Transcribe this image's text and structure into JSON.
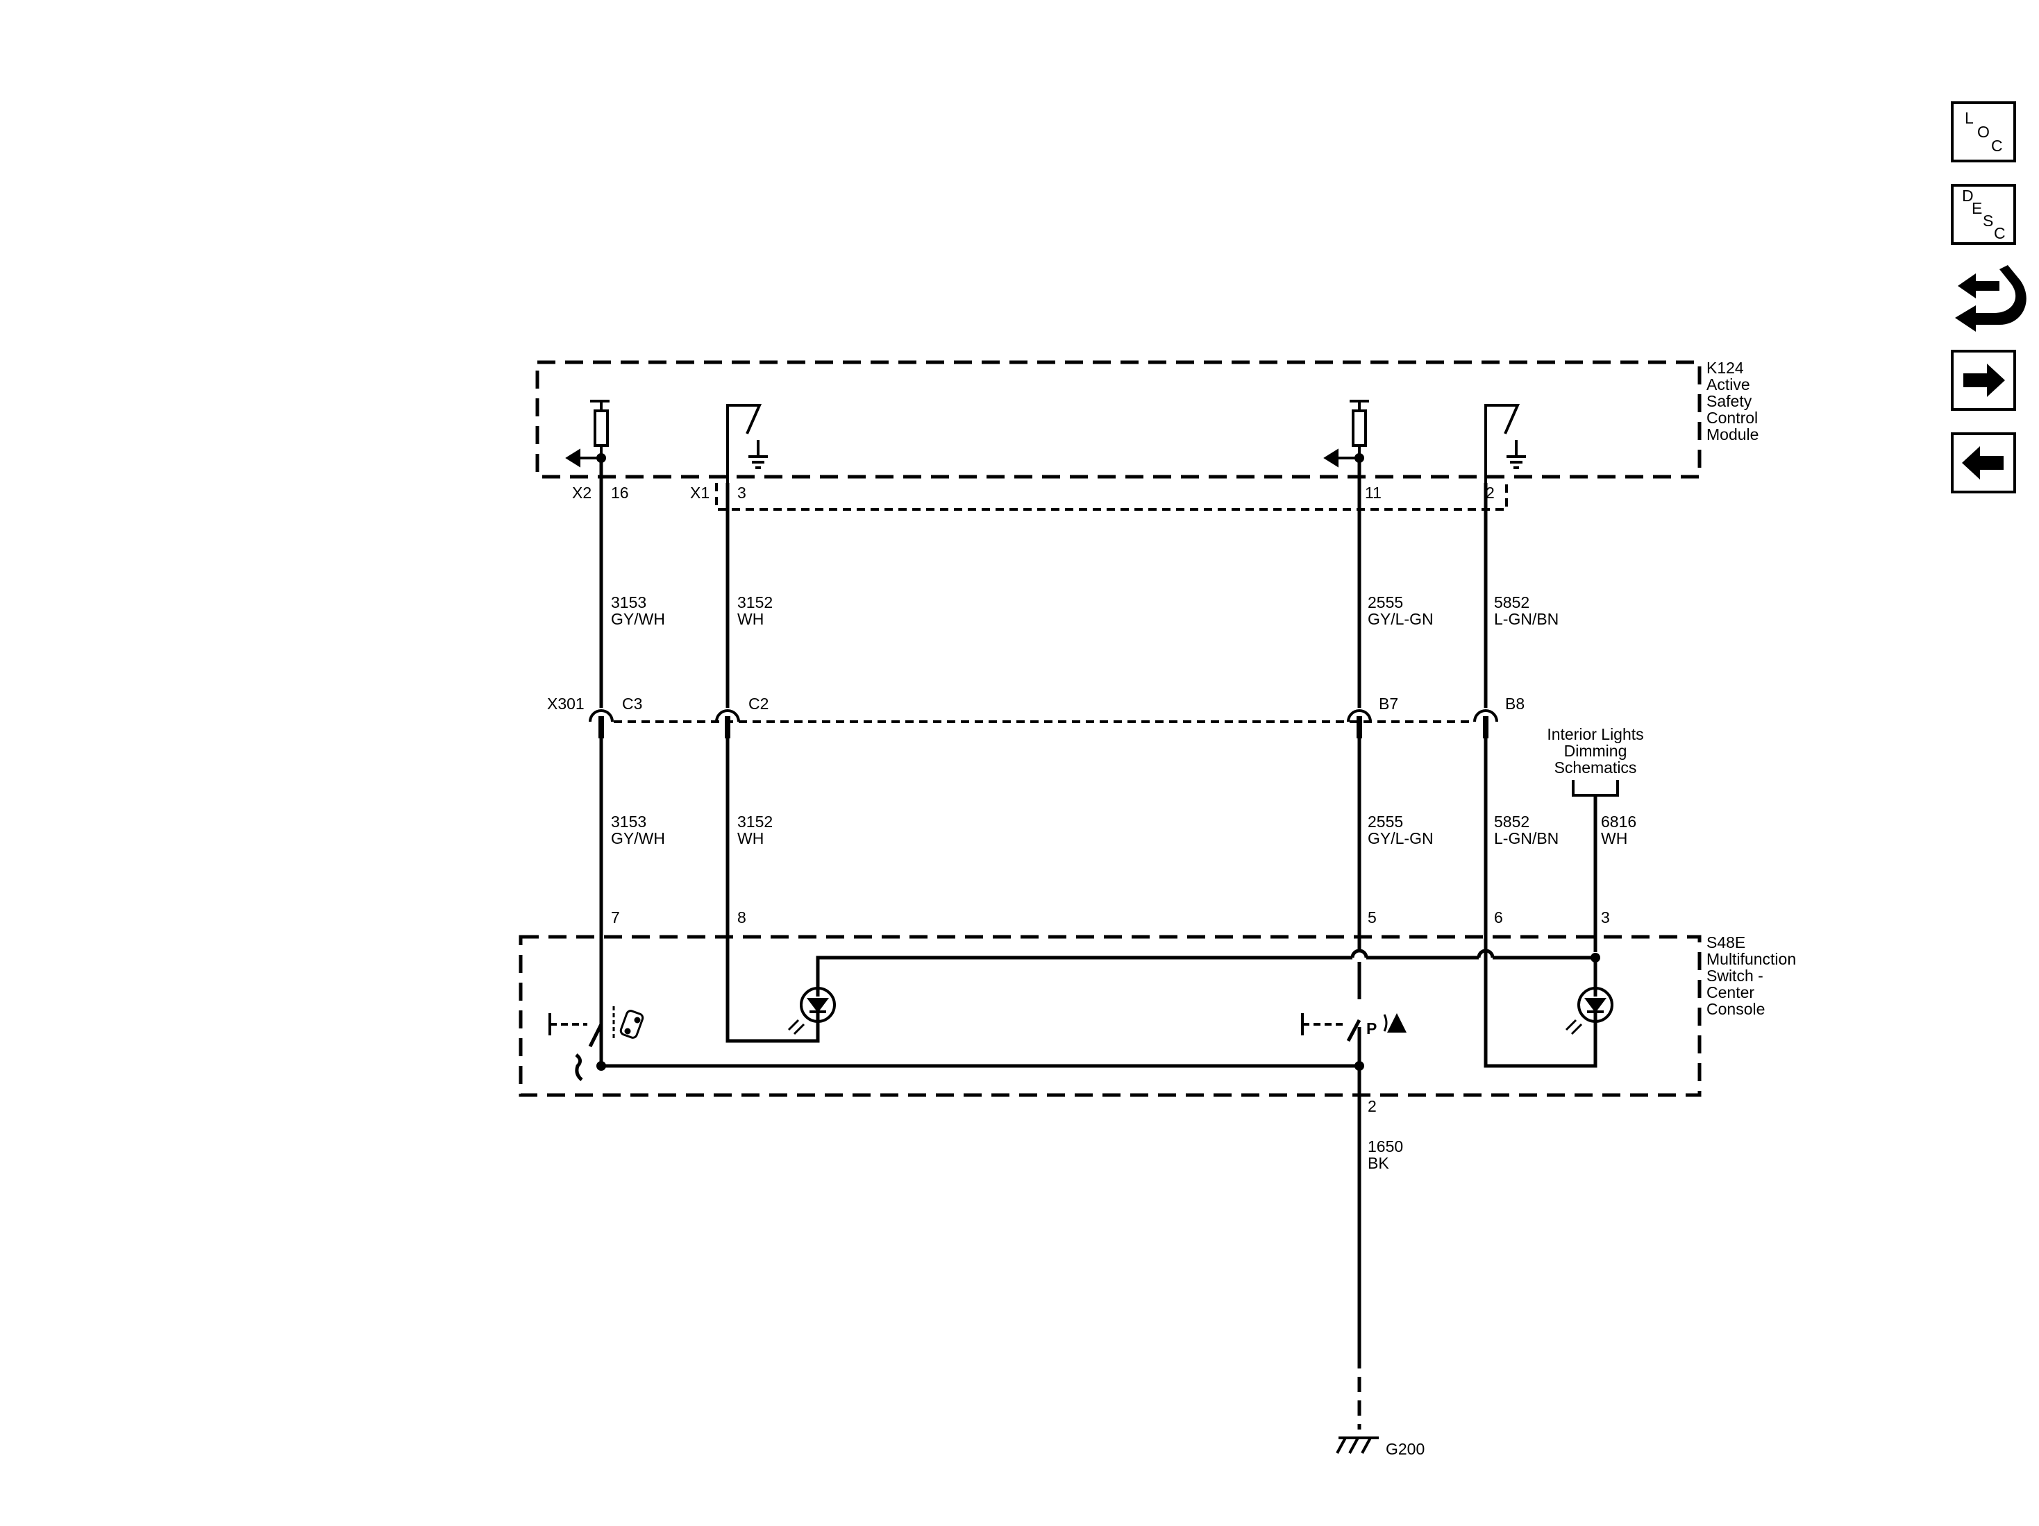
{
  "nav": {
    "loc": {
      "l1": "L",
      "l2": "O",
      "l3": "C"
    },
    "desc": {
      "l1": "D",
      "l2": "E",
      "l3": "S",
      "l4": "C"
    },
    "icons": [
      "loc-button-icon",
      "desc-button-icon",
      "connector-end-view-icon",
      "next-page-arrow-icon",
      "previous-page-arrow-icon"
    ]
  },
  "k124": {
    "l1": "K124",
    "l2": "Active",
    "l3": "Safety",
    "l4": "Control",
    "l5": "Module"
  },
  "s48e": {
    "l1": "S48E",
    "l2": "Multifunction",
    "l3": "Switch -",
    "l4": "Center",
    "l5": "Console"
  },
  "connectors": {
    "x2": "X2",
    "x1": "X1",
    "x301": "X301",
    "pins_top": {
      "p16": "16",
      "p3": "3",
      "p11": "11",
      "p2": "2"
    },
    "inline": {
      "c3": "C3",
      "c2": "C2",
      "b7": "B7",
      "b8": "B8"
    },
    "pins_bottom": {
      "p7": "7",
      "p8": "8",
      "p5": "5",
      "p6": "6",
      "p3": "3",
      "p2": "2"
    }
  },
  "wires": {
    "w3153": {
      "num": "3153",
      "color": "GY/WH"
    },
    "w3152": {
      "num": "3152",
      "color": "WH"
    },
    "w2555": {
      "num": "2555",
      "color": "GY/L-GN"
    },
    "w5852": {
      "num": "5852",
      "color": "L-GN/BN"
    },
    "w6816": {
      "num": "6816",
      "color": "WH"
    },
    "w1650": {
      "num": "1650",
      "color": "BK"
    }
  },
  "ref": {
    "l1": "Interior Lights",
    "l2": "Dimming",
    "l3": "Schematics"
  },
  "ground": "G200"
}
